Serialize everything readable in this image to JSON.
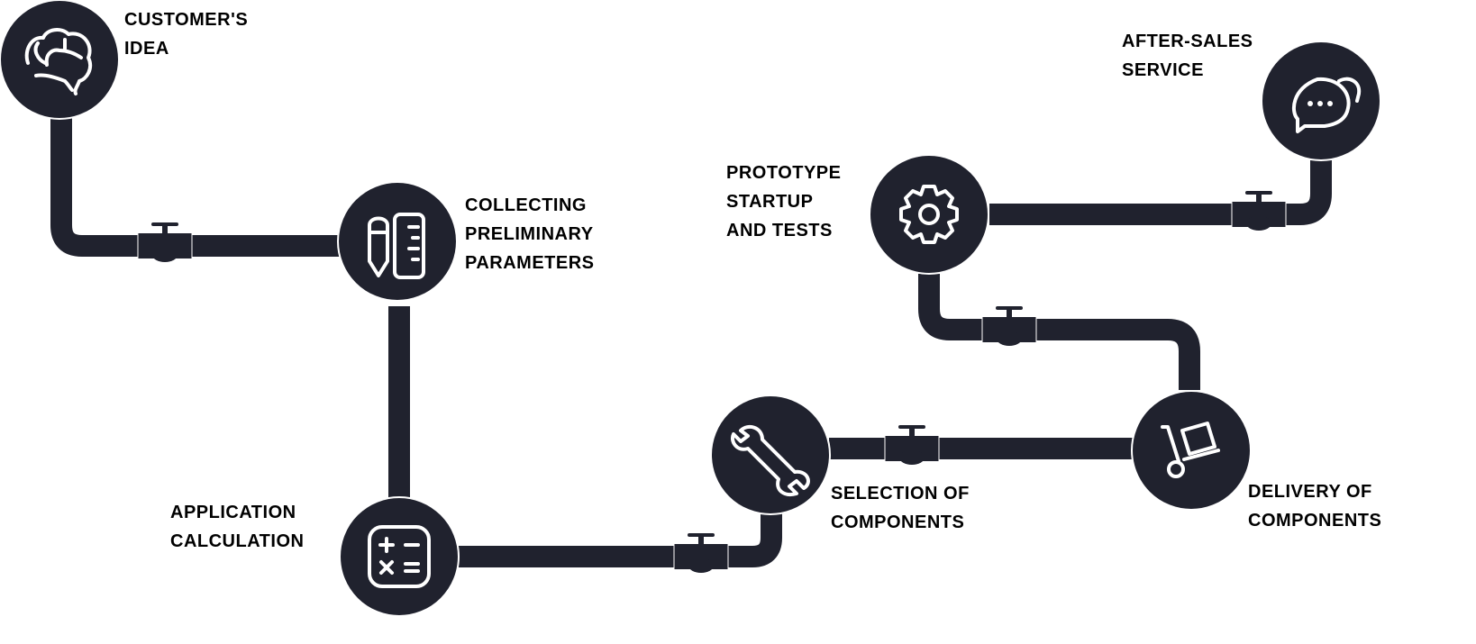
{
  "colors": {
    "pipe": "#20222e",
    "icon": "#ffffff",
    "text": "#000000"
  },
  "steps": [
    {
      "icon": "brain-icon",
      "lines": [
        "CUSTOMER'S",
        "IDEA"
      ]
    },
    {
      "icon": "pencil-ruler-icon",
      "lines": [
        "COLLECTING",
        "PRELIMINARY",
        "PARAMETERS"
      ]
    },
    {
      "icon": "calculator-icon",
      "lines": [
        "APPLICATION",
        "CALCULATION"
      ]
    },
    {
      "icon": "wrench-icon",
      "lines": [
        "SELECTION OF",
        "COMPONENTS"
      ]
    },
    {
      "icon": "hand-truck-icon",
      "lines": [
        "DELIVERY OF",
        "COMPONENTS"
      ]
    },
    {
      "icon": "gear-icon",
      "lines": [
        "PROTOTYPE",
        "STARTUP",
        "AND TESTS"
      ]
    },
    {
      "icon": "chat-bubbles-icon",
      "lines": [
        "AFTER-SALES",
        "SERVICE"
      ]
    }
  ]
}
